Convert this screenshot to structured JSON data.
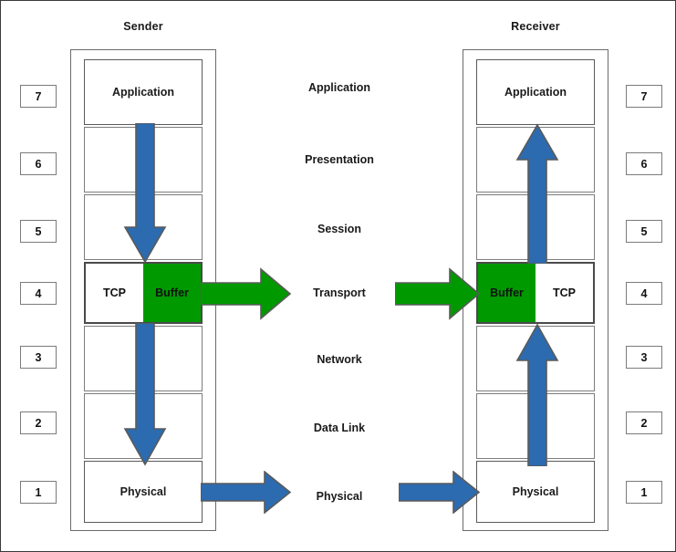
{
  "diagram": {
    "title_sender": "Sender",
    "title_receiver": "Receiver",
    "colors": {
      "blue_arrow": "#2E6DA4",
      "blue_arrow_fill": "#2C6BAF",
      "green_buffer": "#009900",
      "green_arrow": "#009900",
      "box_border": "#5a5a5a",
      "frame_border": "#6b6b6b",
      "text": "#1a1a1a",
      "background": "#ffffff"
    }
  },
  "osi_labels": [
    {
      "level": 7,
      "name": "Application"
    },
    {
      "level": 6,
      "name": "Presentation"
    },
    {
      "level": 5,
      "name": "Session"
    },
    {
      "level": 4,
      "name": "Transport"
    },
    {
      "level": 3,
      "name": "Network"
    },
    {
      "level": 2,
      "name": "Data Link"
    },
    {
      "level": 1,
      "name": "Physical"
    }
  ],
  "layer_numbers_left": [
    "7",
    "6",
    "5",
    "4",
    "3",
    "2",
    "1"
  ],
  "layer_numbers_right": [
    "7",
    "6",
    "5",
    "4",
    "3",
    "2",
    "1"
  ],
  "sender_stack": [
    {
      "level": 7,
      "label": "Application"
    },
    {
      "level": 6,
      "label": ""
    },
    {
      "level": 5,
      "label": ""
    },
    {
      "level": 4,
      "label_left": "TCP",
      "label_right": "Buffer"
    },
    {
      "level": 3,
      "label": ""
    },
    {
      "level": 2,
      "label": ""
    },
    {
      "level": 1,
      "label": "Physical"
    }
  ],
  "receiver_stack": [
    {
      "level": 7,
      "label": "Application"
    },
    {
      "level": 6,
      "label": ""
    },
    {
      "level": 5,
      "label": ""
    },
    {
      "level": 4,
      "label_left": "Buffer",
      "label_right": "TCP"
    },
    {
      "level": 3,
      "label": ""
    },
    {
      "level": 2,
      "label": ""
    },
    {
      "level": 1,
      "label": "Physical"
    }
  ],
  "arrows": [
    {
      "id": "sender-down-upper",
      "direction": "down",
      "color": "blue",
      "from_layer": 7,
      "to_layer": 4
    },
    {
      "id": "sender-down-lower",
      "direction": "down",
      "color": "blue",
      "from_layer": 4,
      "to_layer": 1
    },
    {
      "id": "transport-link-out",
      "direction": "right",
      "color": "green",
      "from": "sender-buffer",
      "to": "transport-label"
    },
    {
      "id": "transport-link-in",
      "direction": "right",
      "color": "green",
      "from": "transport-label",
      "to": "receiver-buffer"
    },
    {
      "id": "physical-link-out",
      "direction": "right",
      "color": "blue",
      "from": "sender-physical",
      "to": "physical-label"
    },
    {
      "id": "physical-link-in",
      "direction": "right",
      "color": "blue",
      "from": "physical-label",
      "to": "receiver-physical"
    },
    {
      "id": "receiver-up-lower",
      "direction": "up",
      "color": "blue",
      "from_layer": 1,
      "to_layer": 4
    },
    {
      "id": "receiver-up-upper",
      "direction": "up",
      "color": "blue",
      "from_layer": 4,
      "to_layer": 7
    }
  ]
}
